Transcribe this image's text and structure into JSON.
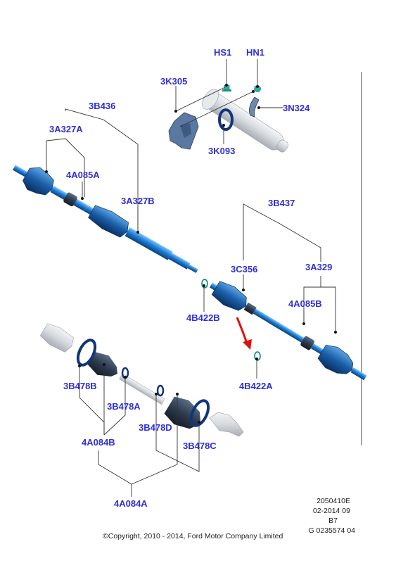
{
  "labels": {
    "hs1": "HS1",
    "hn1": "HN1",
    "p3k305": "3K305",
    "p3n324": "3N324",
    "p3k093": "3K093",
    "p3b436": "3B436",
    "p3a327a": "3A327A",
    "p4a085a_left": "4A085A",
    "p3a327b": "3A327B",
    "p3b437": "3B437",
    "p3c356": "3C356",
    "p3a329": "3A329",
    "p4a085b": "4A085B",
    "p4b422b": "4B422B",
    "p4b422a": "4B422A",
    "p3b478b": "3B478B",
    "p3b478a": "3B478A",
    "p3b478d": "3B478D",
    "p3b478c": "3B478C",
    "p4a084b": "4A084B",
    "p4a084a": "4A084A"
  },
  "meta": {
    "line1": "2050410E",
    "line2": "02-2014 09",
    "line3": "B7",
    "line4": "G 0235574 04",
    "copyright": "©Copyright, 2010 - 2014, Ford Motor Company Limited"
  },
  "colors": {
    "label": "#2f2fd6",
    "shaft_blue": "#1e7fd6",
    "boot_dark": "#1a4f8c",
    "ring_navy": "#12357a",
    "arrow_red": "#e01010",
    "bracket_gray": "#5f7fa8",
    "ghost_gray": "#d9dde2"
  }
}
